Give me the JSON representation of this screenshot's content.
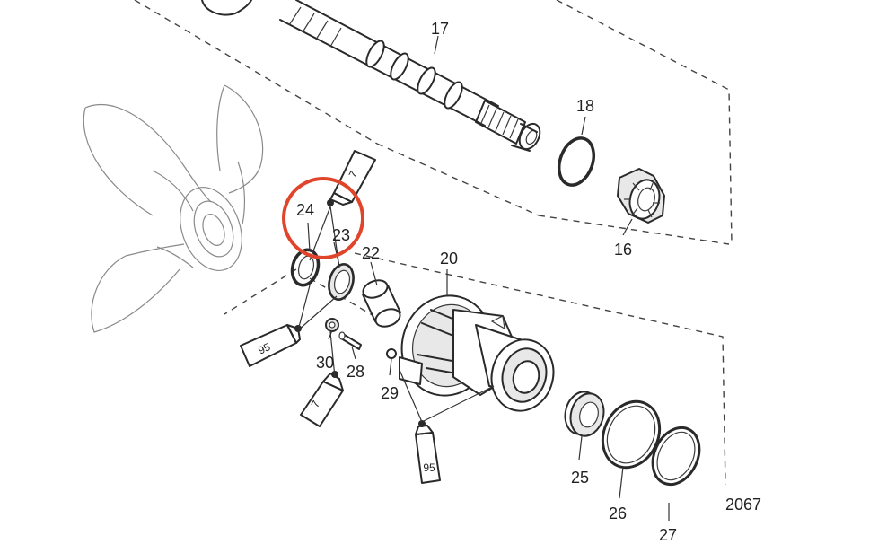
{
  "parts": {
    "p16": "16",
    "p17": "17",
    "p18": "18",
    "p20": "20",
    "p22": "22",
    "p23": "23",
    "p24": "24",
    "p25": "25",
    "p26": "26",
    "p27": "27",
    "p28": "28",
    "p29": "29",
    "p30": "30"
  },
  "tubes": {
    "t_top": "7",
    "t_left": "95",
    "t_mid": "7",
    "t_bottom": "95"
  },
  "diagram_number": "2067",
  "colors": {
    "highlight": "#e0452b",
    "line": "#2a2a2a"
  },
  "highlighted_part": "24"
}
